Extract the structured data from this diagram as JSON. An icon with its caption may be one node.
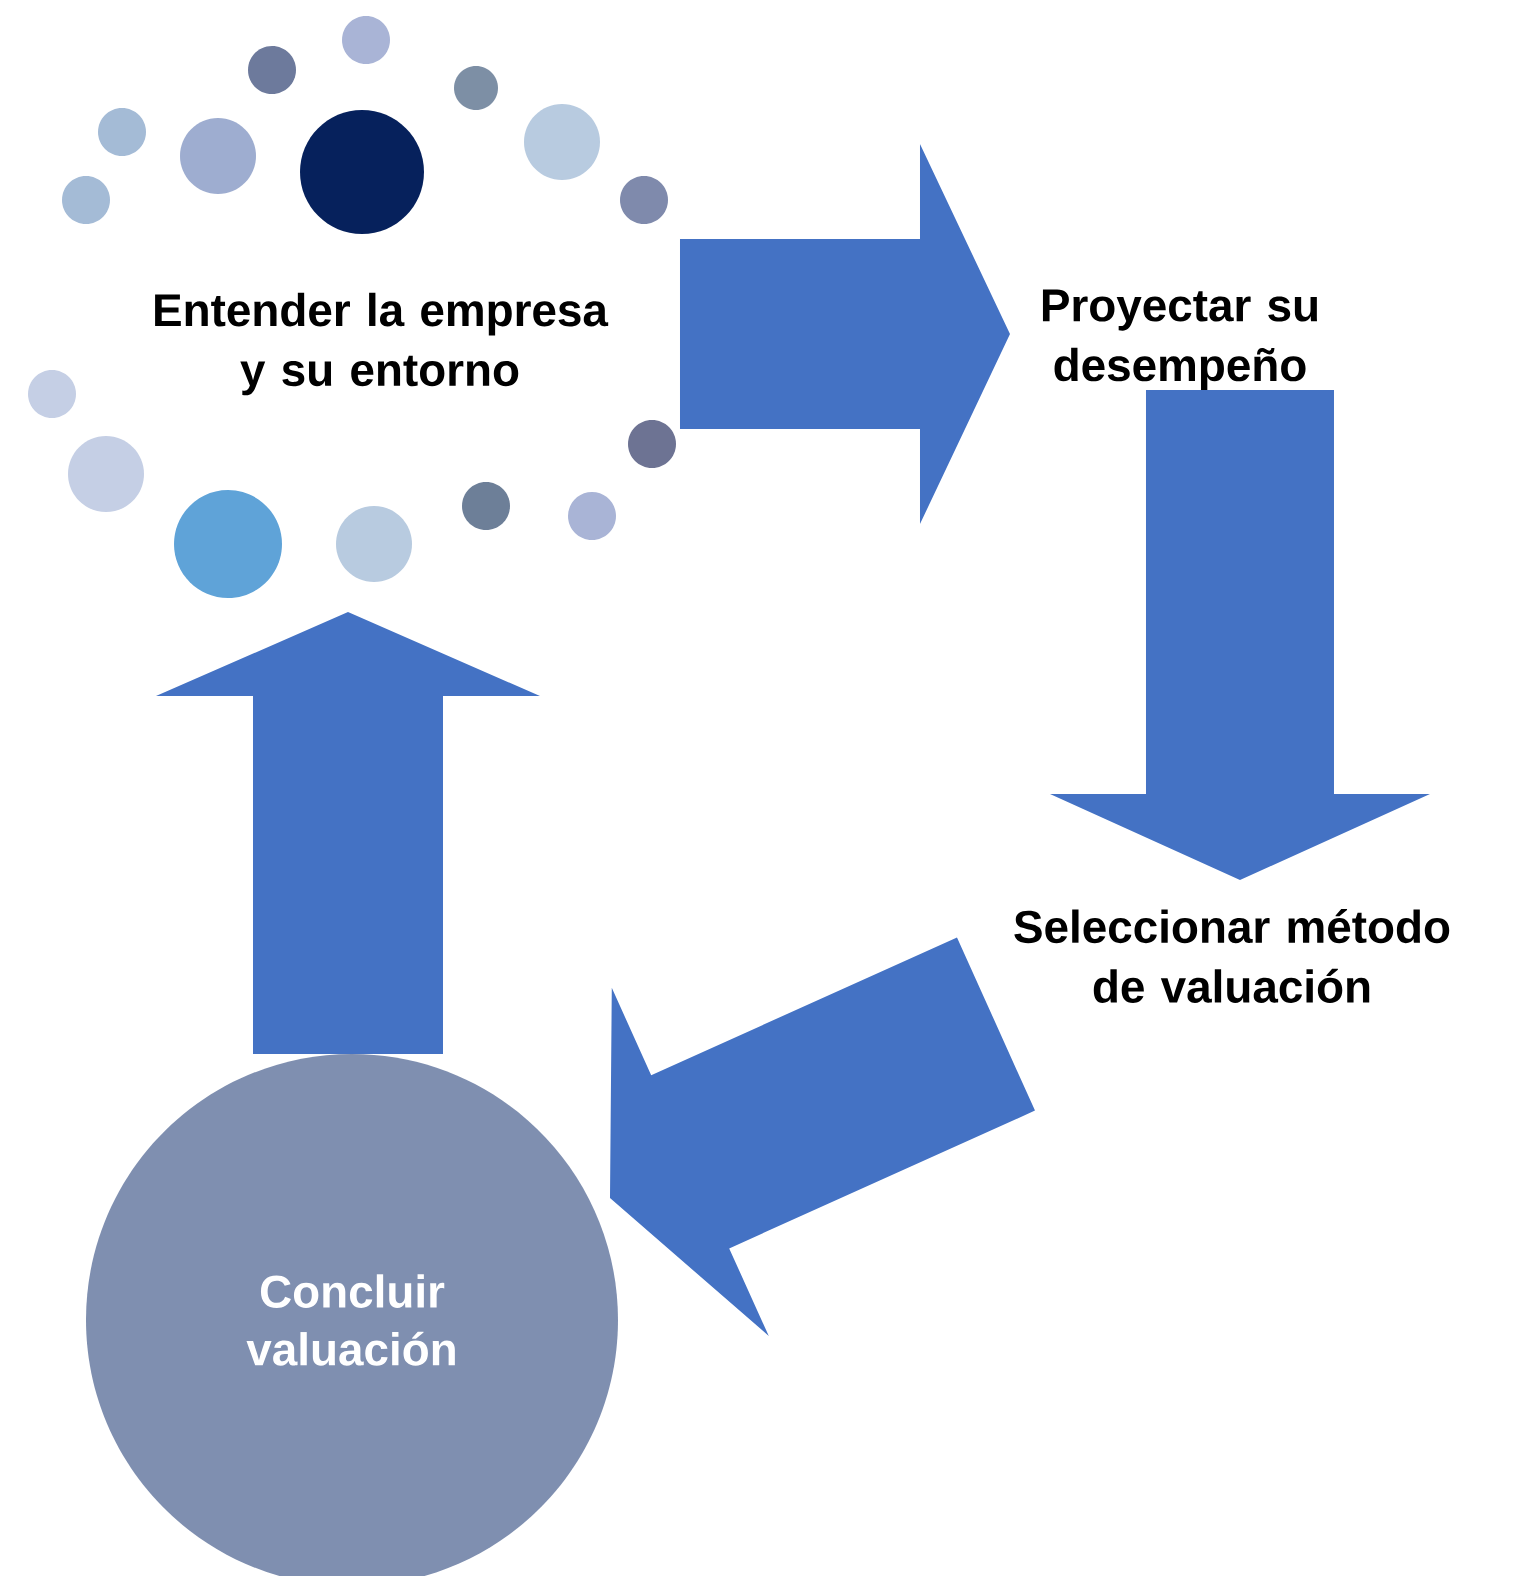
{
  "diagram": {
    "nodes": [
      {
        "text": [
          "Entender la empresa y su entorno"
        ]
      },
      {
        "text": [
          "Proyectar su desempeño"
        ]
      },
      {
        "text": [
          "Seleccionar método de valuación"
        ]
      },
      {
        "text": [
          "Concluir valuación"
        ]
      }
    ],
    "edges": [
      {
        "from": 0,
        "to": 1,
        "arrow": "to"
      },
      {
        "from": 1,
        "to": 2,
        "arrow": "to"
      },
      {
        "from": 2,
        "to": 3,
        "arrow": "to"
      },
      {
        "from": 3,
        "to": 0,
        "arrow": "to"
      }
    ]
  }
}
